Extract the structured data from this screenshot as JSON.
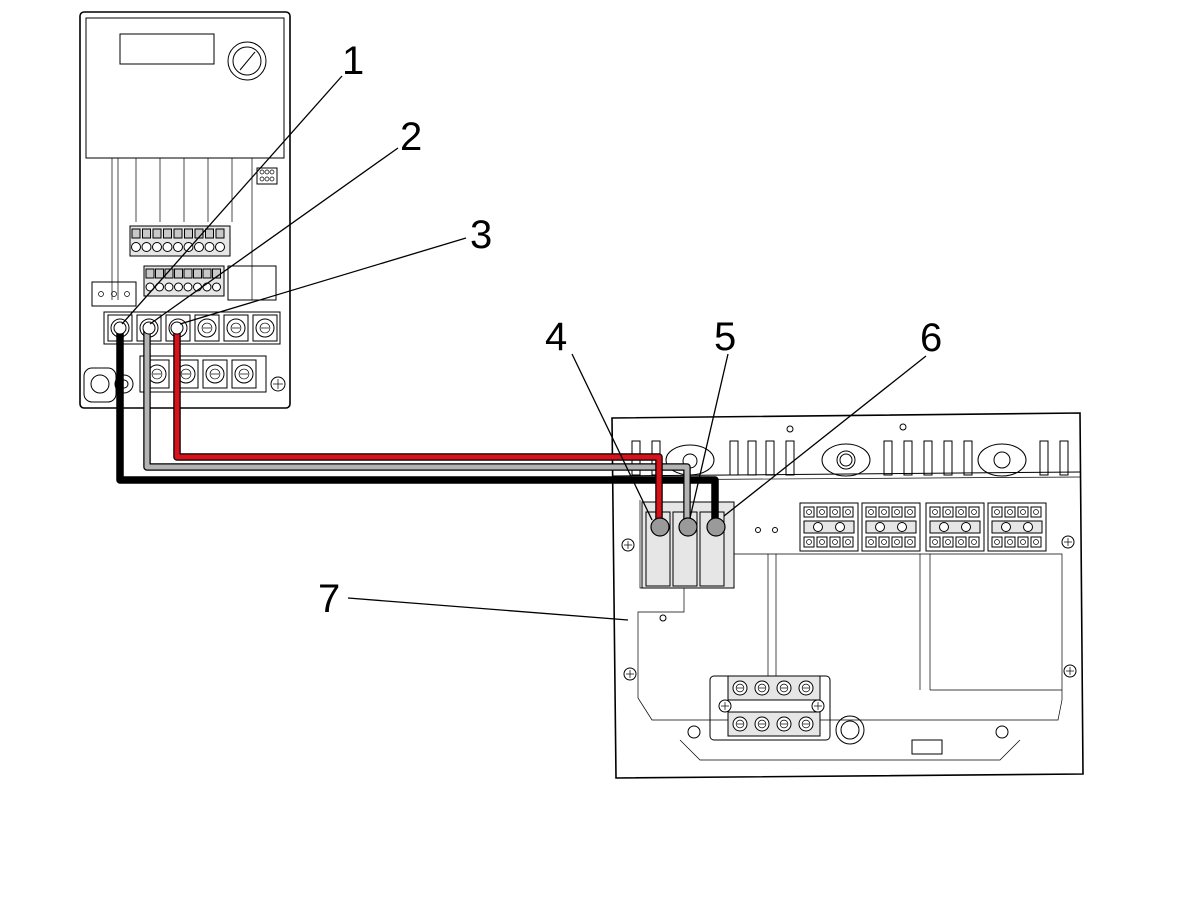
{
  "callouts": {
    "c1": "1",
    "c2": "2",
    "c3": "3",
    "c4": "4",
    "c5": "5",
    "c6": "6",
    "c7": "7"
  },
  "wire_colors": {
    "red": "#d8121a",
    "grey": "#b4b4b4",
    "black": "#000000"
  }
}
